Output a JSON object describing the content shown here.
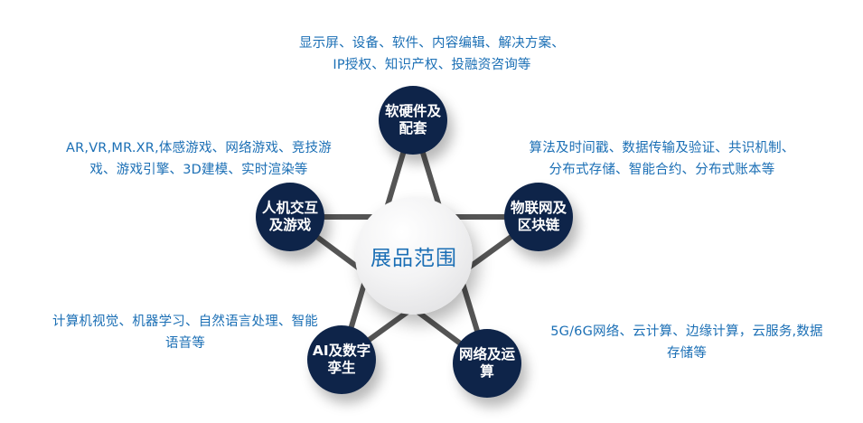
{
  "center": {
    "label": "展品范围",
    "color": "#1b6fb5"
  },
  "node_color": "#0e2449",
  "line_color": "#555555",
  "text_color": "#1b6fb5",
  "nodes": [
    {
      "id": "top",
      "label_lines": [
        "软硬件及",
        "配套"
      ],
      "description_lines": [
        "显示屏、设备、软件、内容编辑、解决方案、",
        "IP授权、知识产权、投融资咨询等"
      ]
    },
    {
      "id": "right",
      "label_lines": [
        "物联网及",
        "区块链"
      ],
      "description_lines": [
        "算法及时间戳、数据传输及验证、共识机制、",
        "分布式存储、智能合约、分布式账本等"
      ]
    },
    {
      "id": "bottom-right",
      "label_lines": [
        "网络及运",
        "算"
      ],
      "description_lines": [
        "5G/6G网络、云计算、边缘计算，云服务,数据",
        "存储等"
      ]
    },
    {
      "id": "bottom-left",
      "label_lines": [
        "AI及数字",
        "孪生"
      ],
      "description_lines": [
        "计算机视觉、机器学习、自然语言处理、智能",
        "语音等"
      ]
    },
    {
      "id": "left",
      "label_lines": [
        "人机交互",
        "及游戏"
      ],
      "description_lines": [
        "AR,VR,MR.XR,体感游戏、网络游戏、竞技游",
        "戏、游戏引擎、3D建模、实时渲染等"
      ]
    }
  ]
}
